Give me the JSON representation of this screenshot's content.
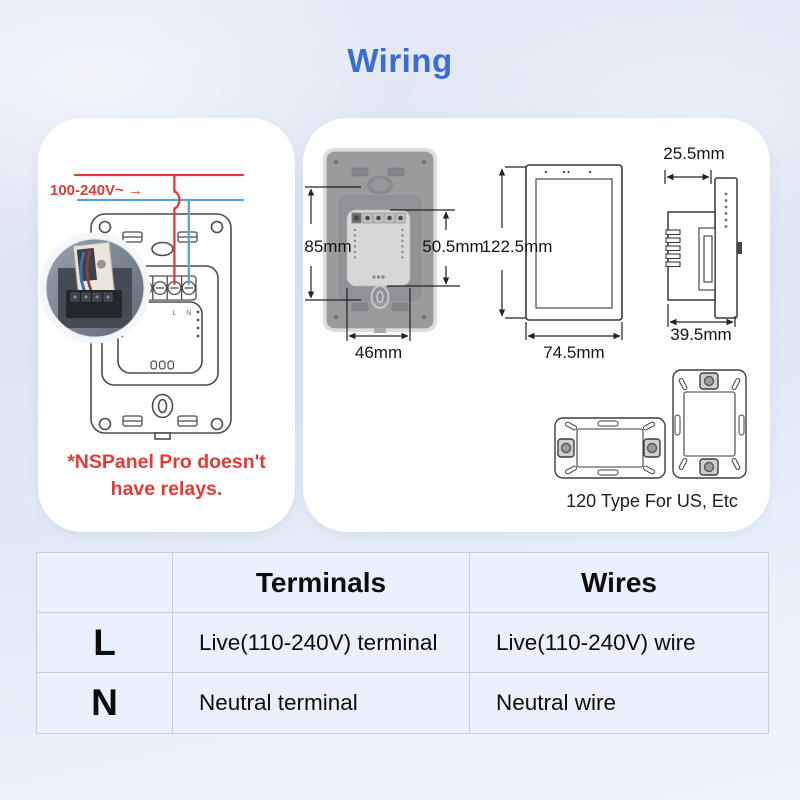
{
  "header": {
    "title": "Wiring"
  },
  "colors": {
    "title_blue": "#3A6CD4",
    "live_red": "#E23B36",
    "neutral_blue": "#58A1DE",
    "note_red": "#E23B36",
    "table_cell_bg": "#E9F2FC",
    "table_border": "#C7D0DA",
    "card_bg": "#FFFFFF"
  },
  "wiring_card": {
    "voltage_label": "100-240V~ →",
    "terminal_l": "L",
    "terminal_n": "N",
    "note_line1": "*NSPanel Pro doesn't",
    "note_line2": "have relays."
  },
  "dimensions_card": {
    "rear_height": "85mm",
    "module_height": "50.5mm",
    "module_width": "46mm",
    "front_height": "122.5mm",
    "front_width": "74.5mm",
    "depth_inner": "25.5mm",
    "depth_total": "39.5mm",
    "mounting_note": "120 Type For US, Etc"
  },
  "table": {
    "col_headers": [
      "Terminals",
      "Wires"
    ],
    "rows": [
      {
        "label": "L",
        "terminal": "Live(110-240V) terminal",
        "wire": "Live(110-240V) wire"
      },
      {
        "label": "N",
        "terminal": "Neutral terminal",
        "wire": "Neutral wire"
      }
    ]
  }
}
